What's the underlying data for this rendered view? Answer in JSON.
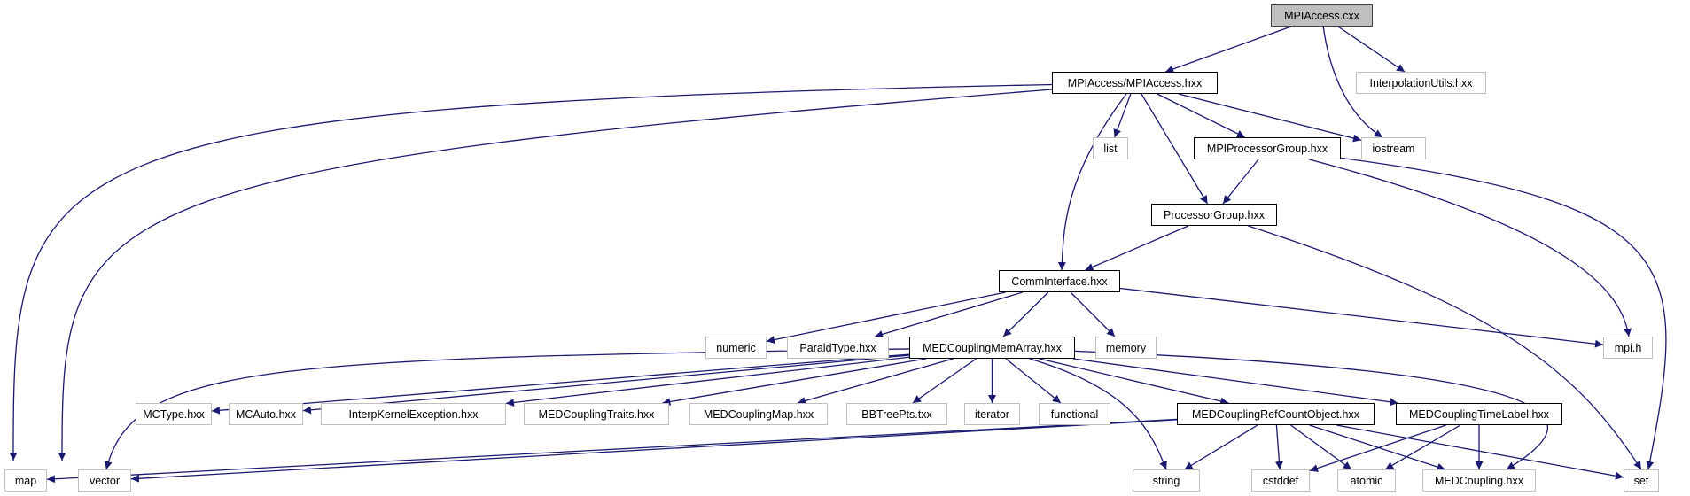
{
  "title": "MPIAccess.cxx include dependency graph",
  "colors": {
    "edge": "#191970",
    "root_fill": "#bfbfbf",
    "local_border": "#000000",
    "system_border": "#bfbfbf"
  },
  "nodes": [
    {
      "id": "n0",
      "label": "MPIAccess.cxx",
      "kind": "root"
    },
    {
      "id": "n1",
      "label": "MPIAccess/MPIAccess.hxx",
      "kind": "local"
    },
    {
      "id": "n2",
      "label": "InterpolationUtils.hxx",
      "kind": "system"
    },
    {
      "id": "n3",
      "label": "list",
      "kind": "system"
    },
    {
      "id": "n4",
      "label": "MPIProcessorGroup.hxx",
      "kind": "local"
    },
    {
      "id": "n5",
      "label": "iostream",
      "kind": "system"
    },
    {
      "id": "n6",
      "label": "ProcessorGroup.hxx",
      "kind": "local"
    },
    {
      "id": "n7",
      "label": "CommInterface.hxx",
      "kind": "local"
    },
    {
      "id": "n8",
      "label": "numeric",
      "kind": "system"
    },
    {
      "id": "n9",
      "label": "ParaldType.hxx",
      "kind": "system"
    },
    {
      "id": "n10",
      "label": "MEDCouplingMemArray.hxx",
      "kind": "local"
    },
    {
      "id": "n11",
      "label": "memory",
      "kind": "system"
    },
    {
      "id": "n12",
      "label": "mpi.h",
      "kind": "system"
    },
    {
      "id": "n13",
      "label": "MCType.hxx",
      "kind": "system"
    },
    {
      "id": "n14",
      "label": "MCAuto.hxx",
      "kind": "system"
    },
    {
      "id": "n15",
      "label": "InterpKernelException.hxx",
      "kind": "system"
    },
    {
      "id": "n16",
      "label": "MEDCouplingTraits.hxx",
      "kind": "system"
    },
    {
      "id": "n17",
      "label": "MEDCouplingMap.hxx",
      "kind": "system"
    },
    {
      "id": "n18",
      "label": "BBTreePts.txx",
      "kind": "system"
    },
    {
      "id": "n19",
      "label": "iterator",
      "kind": "system"
    },
    {
      "id": "n20",
      "label": "functional",
      "kind": "system"
    },
    {
      "id": "n21",
      "label": "MEDCouplingRefCountObject.hxx",
      "kind": "local"
    },
    {
      "id": "n22",
      "label": "MEDCouplingTimeLabel.hxx",
      "kind": "local"
    },
    {
      "id": "n23",
      "label": "map",
      "kind": "system"
    },
    {
      "id": "n24",
      "label": "vector",
      "kind": "system"
    },
    {
      "id": "n25",
      "label": "string",
      "kind": "system"
    },
    {
      "id": "n26",
      "label": "cstddef",
      "kind": "system"
    },
    {
      "id": "n27",
      "label": "atomic",
      "kind": "system"
    },
    {
      "id": "n28",
      "label": "MEDCoupling.hxx",
      "kind": "system"
    },
    {
      "id": "n29",
      "label": "set",
      "kind": "system"
    }
  ],
  "edges": [
    [
      "n0",
      "n1"
    ],
    [
      "n0",
      "n2"
    ],
    [
      "n0",
      "n5"
    ],
    [
      "n1",
      "n23"
    ],
    [
      "n1",
      "n24"
    ],
    [
      "n1",
      "n7"
    ],
    [
      "n1",
      "n3"
    ],
    [
      "n1",
      "n6"
    ],
    [
      "n1",
      "n4"
    ],
    [
      "n1",
      "n5"
    ],
    [
      "n4",
      "n6"
    ],
    [
      "n4",
      "n12"
    ],
    [
      "n4",
      "n29"
    ],
    [
      "n6",
      "n7"
    ],
    [
      "n6",
      "n29"
    ],
    [
      "n7",
      "n8"
    ],
    [
      "n7",
      "n9"
    ],
    [
      "n7",
      "n10"
    ],
    [
      "n7",
      "n11"
    ],
    [
      "n7",
      "n12"
    ],
    [
      "n10",
      "n24"
    ],
    [
      "n10",
      "n13"
    ],
    [
      "n10",
      "n14"
    ],
    [
      "n10",
      "n15"
    ],
    [
      "n10",
      "n16"
    ],
    [
      "n10",
      "n17"
    ],
    [
      "n10",
      "n18"
    ],
    [
      "n10",
      "n19"
    ],
    [
      "n10",
      "n20"
    ],
    [
      "n10",
      "n25"
    ],
    [
      "n10",
      "n21"
    ],
    [
      "n10",
      "n22"
    ],
    [
      "n10",
      "n28"
    ],
    [
      "n21",
      "n23"
    ],
    [
      "n21",
      "n24"
    ],
    [
      "n21",
      "n25"
    ],
    [
      "n21",
      "n26"
    ],
    [
      "n21",
      "n27"
    ],
    [
      "n21",
      "n28"
    ],
    [
      "n21",
      "n29"
    ],
    [
      "n22",
      "n26"
    ],
    [
      "n22",
      "n27"
    ],
    [
      "n22",
      "n28"
    ]
  ]
}
